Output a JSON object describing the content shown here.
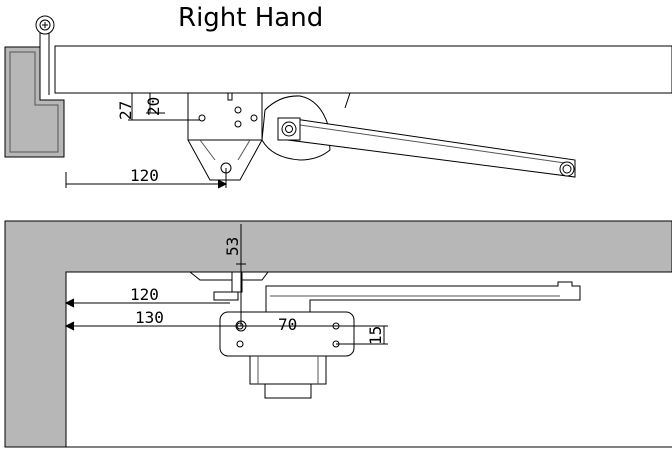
{
  "title": "Right Hand",
  "top_view": {
    "dim_120": "120",
    "dim_27": "27",
    "dim_20": "20"
  },
  "bottom_view": {
    "dim_53": "53",
    "dim_120": "120",
    "dim_130": "130",
    "dim_70": "70",
    "dim_15": "15"
  },
  "colors": {
    "wall": "#b7b7b7",
    "line": "#000000",
    "background": "#ffffff"
  }
}
